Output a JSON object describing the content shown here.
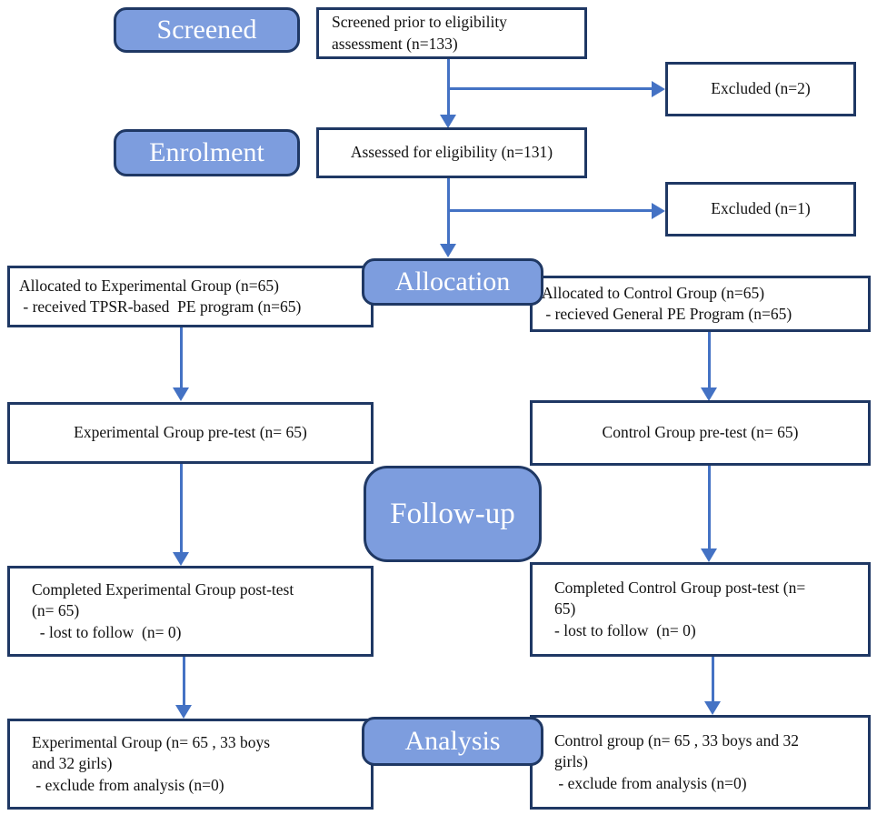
{
  "colors": {
    "stage_fill": "#7d9dde",
    "stage_border": "#1f3864",
    "box_border": "#1f3864",
    "arrow": "#4472c4",
    "stage_text": "#ffffff",
    "box_text": "#111111"
  },
  "stages": {
    "screened": "Screened",
    "enrolment": "Enrolment",
    "allocation": "Allocation",
    "followup": "Follow-up",
    "analysis": "Analysis"
  },
  "boxes": {
    "screened": {
      "text": "Screened prior to eligibility\nassessment (n=133)"
    },
    "excluded_top": {
      "text": "Excluded (n=2)"
    },
    "assessed": {
      "text": "Assessed for eligibility (n=131)"
    },
    "excluded_mid": {
      "text": "Excluded (n=1)"
    },
    "alloc_exp": {
      "text": "Allocated to Experimental Group (n=65)\n - received TPSR-based  PE program (n=65)"
    },
    "alloc_ctrl": {
      "text": "Allocated to Control Group (n=65)\n - recieved General PE Program (n=65)"
    },
    "pretest_exp": {
      "text": "Experimental Group pre-test (n= 65)"
    },
    "pretest_ctrl": {
      "text": "Control Group pre-test (n= 65)"
    },
    "posttest_exp": {
      "text": "Completed Experimental Group post-test\n(n= 65)\n  - lost to follow  (n= 0)"
    },
    "posttest_ctrl": {
      "text": "Completed Control Group post-test (n=\n65)\n- lost to follow  (n= 0)"
    },
    "analysis_exp": {
      "text": "Experimental Group (n= 65 , 33 boys\nand 32 girls)\n - exclude from analysis (n=0)"
    },
    "analysis_ctrl": {
      "text": "Control group (n= 65 , 33 boys and 32\ngirls)\n - exclude from analysis (n=0)"
    }
  }
}
